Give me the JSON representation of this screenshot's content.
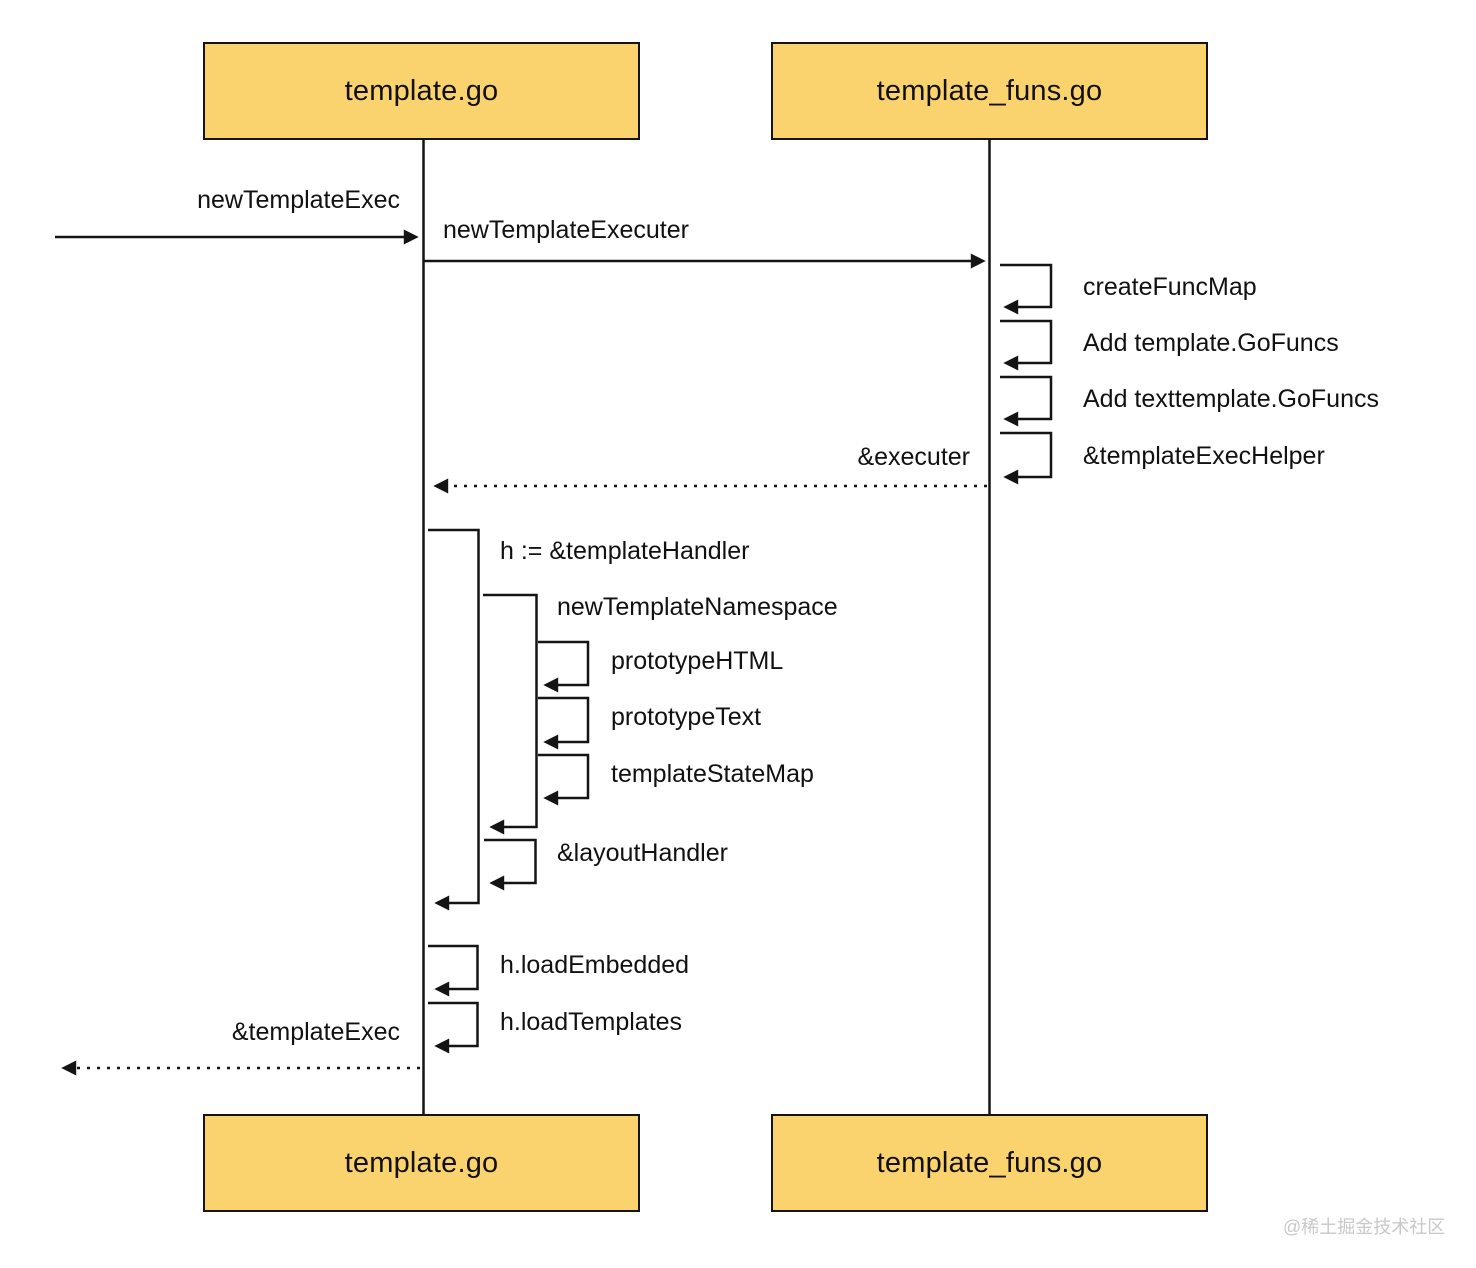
{
  "participants": [
    {
      "label": "template.go"
    },
    {
      "label": "template_funs.go"
    }
  ],
  "messages": {
    "new_template_exec": "newTemplateExec",
    "new_template_executer": "newTemplateExecuter",
    "funs_self_calls": [
      "createFuncMap",
      "Add template.GoFuncs",
      "Add texttemplate.GoFuncs",
      "&templateExecHelper"
    ],
    "return_executer": "&executer",
    "template_handler": "h := &templateHandler",
    "new_template_namespace": "newTemplateNamespace",
    "namespace_self_calls": [
      "prototypeHTML",
      "prototypeText",
      "templateStateMap"
    ],
    "layout_handler": "&layoutHandler",
    "load_embedded": "h.loadEmbedded",
    "load_templates": "h.loadTemplates",
    "return_template_exec": "&templateExec"
  },
  "colors": {
    "participant_fill": "#FAD36E",
    "participant_border": "#141414",
    "line": "#141414",
    "watermark": "#C8C8C8"
  },
  "watermark": "@稀土掘金技术社区"
}
